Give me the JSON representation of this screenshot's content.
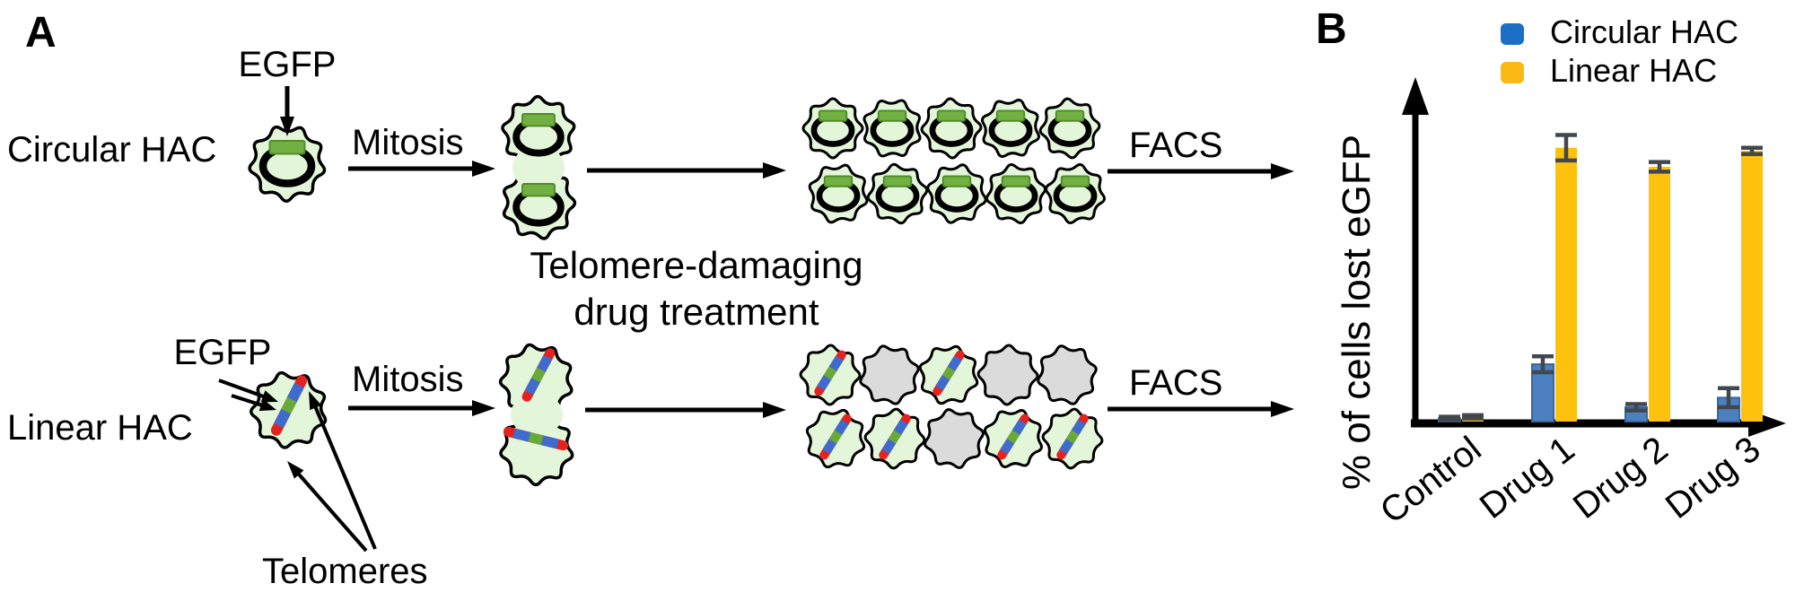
{
  "panelA": {
    "label": "A",
    "egfp_label_top": "EGFP",
    "circular_hac_label": "Circular HAC",
    "mitosis_label_top": "Mitosis",
    "facs_label_top": "FACS",
    "drug_treatment_line1": "Telomere-damaging",
    "drug_treatment_line2": "drug treatment",
    "egfp_label_bottom": "EGFP",
    "linear_hac_label": "Linear HAC",
    "mitosis_label_bottom": "Mitosis",
    "facs_label_bottom": "FACS",
    "telomeres_label": "Telomeres",
    "circular_outcome_grid": [
      [
        "hac",
        "hac",
        "hac",
        "hac",
        "hac"
      ],
      [
        "hac",
        "hac",
        "hac",
        "hac",
        "hac"
      ]
    ],
    "linear_outcome_grid": [
      [
        "hac",
        "gray",
        "hac",
        "gray",
        "gray"
      ],
      [
        "hac",
        "hac",
        "gray",
        "hac",
        "hac"
      ]
    ]
  },
  "panelB": {
    "label": "B"
  },
  "chart_data": {
    "type": "bar",
    "title": "",
    "categories": [
      "Control",
      "Drug 1",
      "Drug 2",
      "Drug 3"
    ],
    "series": [
      {
        "name": "Circular HAC",
        "color": "#4d80c0",
        "legend_color": "#1b6fc5",
        "values": [
          1,
          18,
          4.5,
          7.5
        ],
        "errors": [
          0.5,
          2.5,
          1,
          3
        ]
      },
      {
        "name": "Linear HAC",
        "color": "#fec10d",
        "legend_color": "#fcb813",
        "values": [
          1.5,
          86,
          80,
          85
        ],
        "errors": [
          0.5,
          4,
          1.5,
          1
        ]
      }
    ],
    "ylabel": "% of cells lost eGFP",
    "xlabel": "",
    "ylim": [
      0,
      100
    ],
    "grid": false,
    "legend_position": "top-right",
    "error_bar_color": "#42464d",
    "axis_color": "#000000"
  },
  "colors": {
    "cell_fill": "#e4f6da",
    "cell_gray_fill": "#dbdbdb",
    "cell_outline": "#000000",
    "egfp_green": "#72b043",
    "egfp_green_edge": "#4f8d28",
    "hac_ring": "#000000",
    "chromosome_red": "#e42320",
    "chromosome_blue": "#3e6bcc",
    "chromosome_green": "#68a93c",
    "arrow_black": "#000000"
  }
}
